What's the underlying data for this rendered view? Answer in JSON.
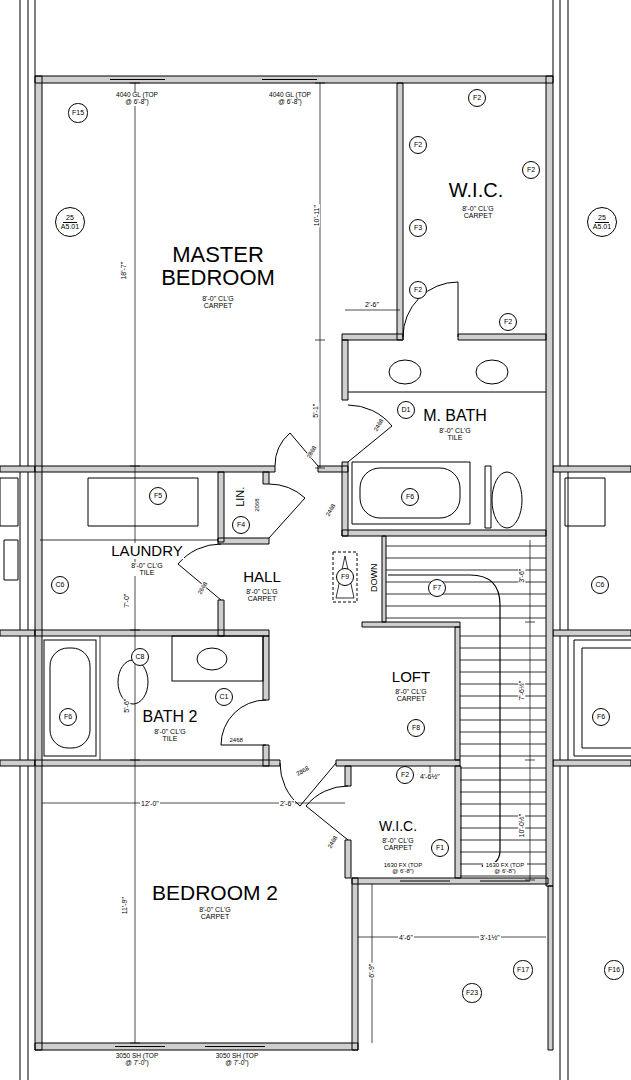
{
  "diagram": {
    "nodes": [
      {
        "text": [
          "MASTER BEDROOM",
          "8'-0\" CL'G CARPET"
        ]
      },
      {
        "text": [
          "F15"
        ],
        "in": 0
      },
      {
        "text": [
          "25",
          "A5.01"
        ],
        "in": 0
      },
      {
        "text": [
          "W.I.C.",
          "8'-0\" CL'G CARPET"
        ]
      },
      {
        "text": [
          "F2"
        ],
        "in": 3
      },
      {
        "text": [
          "F2"
        ],
        "in": 3
      },
      {
        "text": [
          "F2"
        ],
        "in": 3
      },
      {
        "text": [
          "F3"
        ],
        "in": 3
      },
      {
        "text": [
          "F2"
        ],
        "in": 3
      },
      {
        "text": [
          "F2"
        ],
        "in": 3
      },
      {
        "text": [
          "25",
          "A5.01"
        ]
      },
      {
        "text": [
          "M. BATH",
          "8'-0\" CL'G TILE"
        ]
      },
      {
        "text": [
          "D1"
        ],
        "in": 11
      },
      {
        "text": [
          "F6"
        ],
        "in": 11
      },
      {
        "text": [
          "LAUNDRY",
          "8'-0\" CL'G TILE"
        ]
      },
      {
        "text": [
          "F5"
        ],
        "in": 14
      },
      {
        "text": [
          "C6"
        ],
        "in": 14
      },
      {
        "text": [
          "LIN."
        ]
      },
      {
        "text": [
          "F4"
        ],
        "in": 17
      },
      {
        "text": [
          "HALL",
          "8'-0\" CL'G CARPET"
        ]
      },
      {
        "text": [
          "F9"
        ],
        "in": 19
      },
      {
        "text": [
          "LOFT",
          "8'-0\" CL'G CARPET"
        ]
      },
      {
        "text": [
          "F8"
        ],
        "in": 21
      },
      {
        "text": [
          "F7"
        ]
      },
      {
        "text": [
          "BATH 2",
          "8'-0\" CL'G TILE"
        ]
      },
      {
        "text": [
          "C8"
        ],
        "in": 24
      },
      {
        "text": [
          "C1"
        ],
        "in": 24
      },
      {
        "text": [
          "F6"
        ],
        "in": 24
      },
      {
        "text": [
          "W.I.C.",
          "8'-0\" CL'G CARPET"
        ]
      },
      {
        "text": [
          "F2"
        ],
        "in": 28
      },
      {
        "text": [
          "F1"
        ],
        "in": 28
      },
      {
        "text": [
          "BEDROOM 2",
          "8'-0\" CL'G CARPET"
        ]
      },
      {
        "text": [
          "F17"
        ]
      },
      {
        "text": [
          "F23"
        ]
      },
      {
        "text": [
          "C6"
        ]
      },
      {
        "text": [
          "F6"
        ]
      },
      {
        "text": [
          "F16"
        ]
      }
    ],
    "labels": [
      "4040 GL (TOP @ 6'-8\")",
      "4040 GL (TOP @ 6'-8\")",
      "18'-7\"",
      "10'-11\"",
      "2'-6\"",
      "5'-1\"",
      "2468",
      "2868",
      "2468",
      "2068",
      "2668",
      "DOWN",
      "7'-0\"",
      "5'-6\"",
      "2468",
      "2868",
      "12'-0\"",
      "2'-6\"",
      "2468",
      "4'-6½\"",
      "1630 FX (TOP @ 6'-8\")",
      "1630 FX (TOP @ 6'-8\")",
      "11'-9\"",
      "3'-6\"",
      "7'-6½\"",
      "10'-0½\"",
      "4'-6\"",
      "3'-1½\"",
      "6'-9\"",
      "3050 SH (TOP @ 7'-0\")",
      "3050 SH (TOP @ 7'-0\")"
    ]
  }
}
